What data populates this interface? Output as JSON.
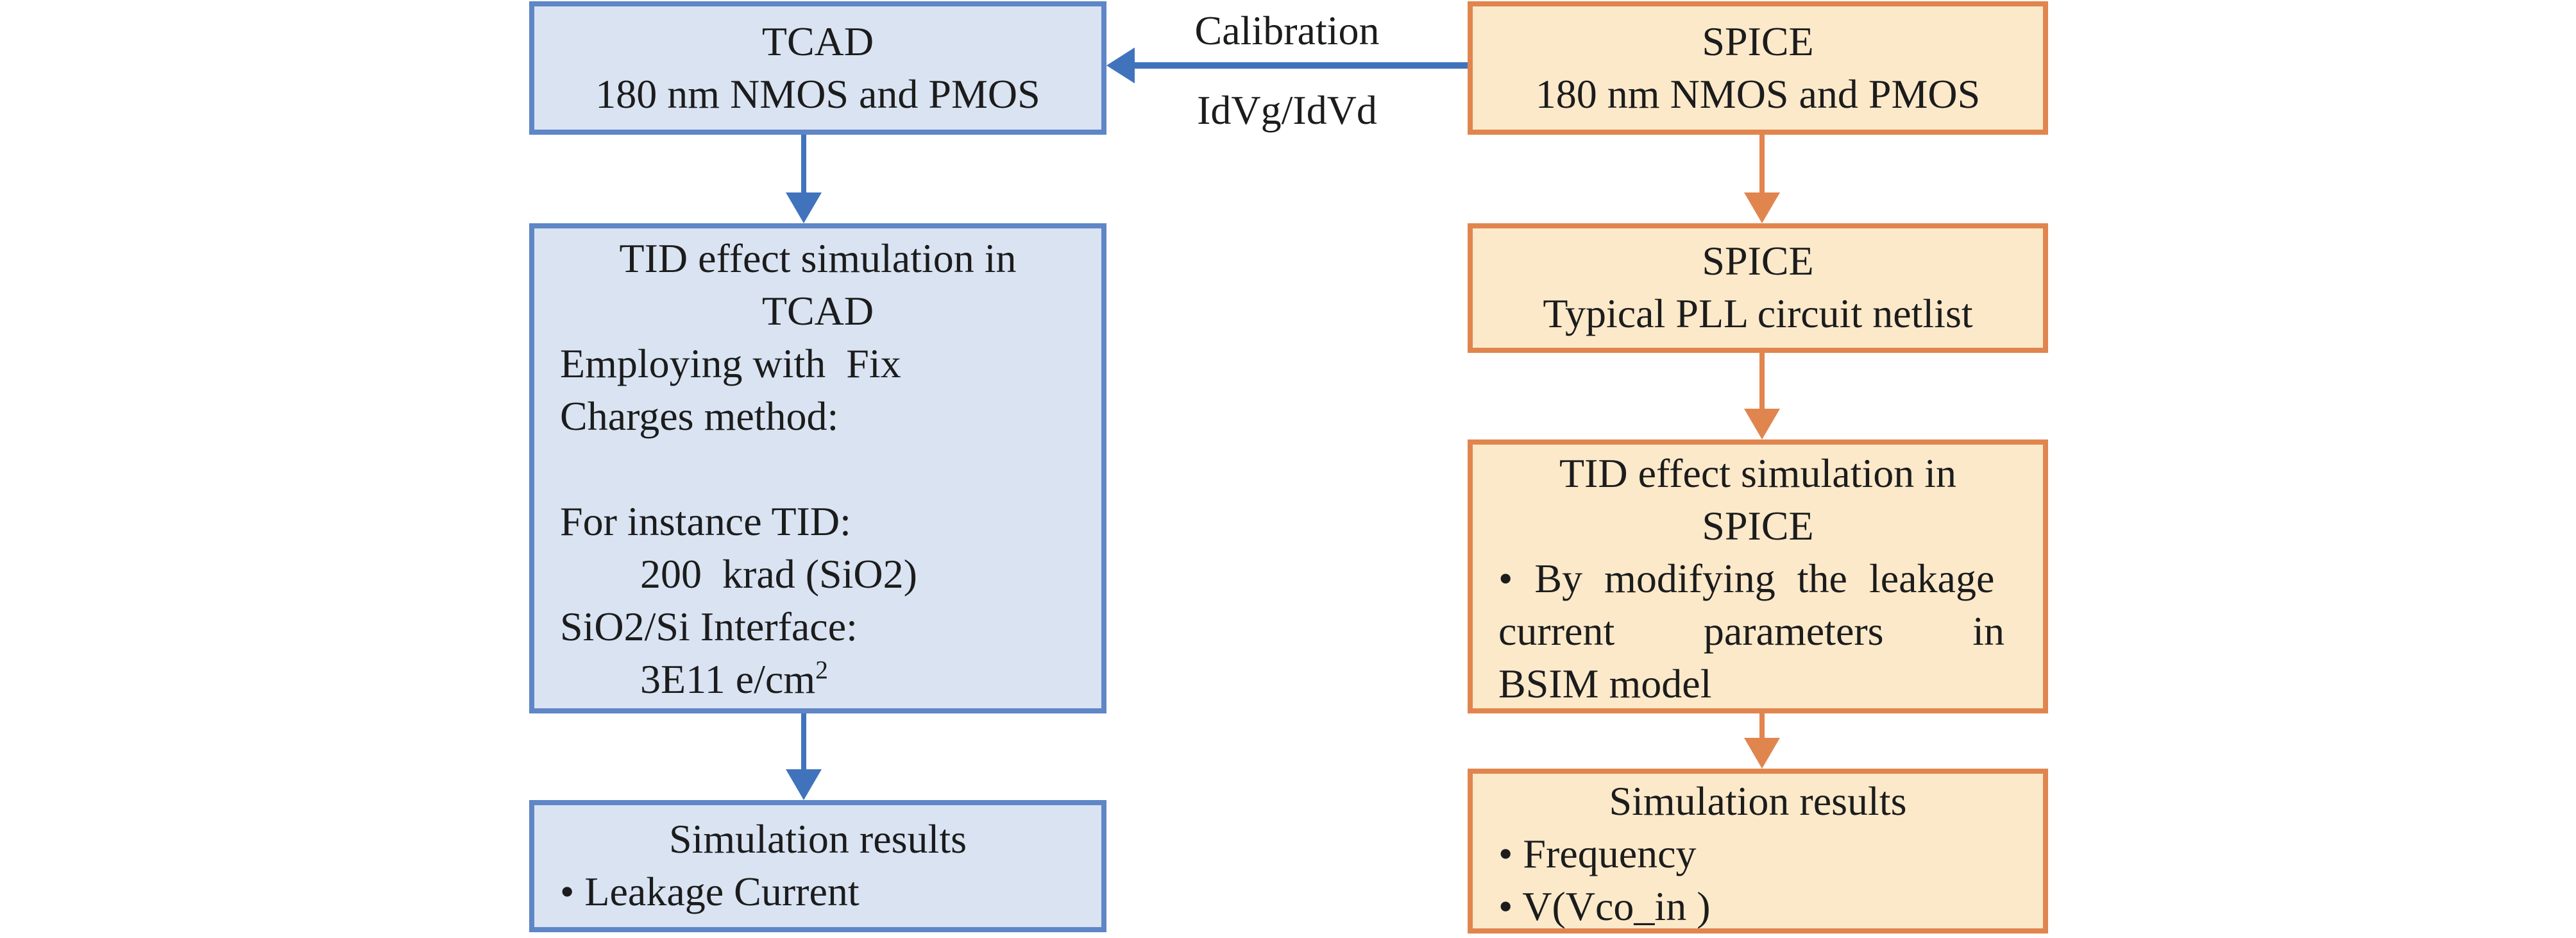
{
  "diagram": {
    "colors": {
      "blue_fill": "#d9e3f2",
      "blue_border": "#5f86c6",
      "blue_arrow": "#4173bd",
      "orange_fill": "#fbe9ca",
      "orange_border": "#e1854e",
      "text": "#1c1c1c"
    },
    "calibration_arrow": {
      "label_top": "Calibration",
      "label_bottom": "IdVg/IdVd"
    },
    "tcad_flow": {
      "box1": {
        "lines": [
          "TCAD",
          "180 nm NMOS and PMOS"
        ]
      },
      "box2": {
        "lines": [
          "TID effect simulation in",
          "TCAD",
          "Employing with  Fix",
          "Charges method:",
          "",
          "For instance TID:",
          "200  krad (SiO2)",
          "SiO2/Si Interface:",
          "3E11 e/cm"
        ],
        "superscript": "2"
      },
      "box3": {
        "lines": [
          "Simulation results",
          "• Leakage Current"
        ]
      }
    },
    "spice_flow": {
      "box1": {
        "lines": [
          "SPICE",
          "180 nm NMOS and PMOS"
        ]
      },
      "box2": {
        "lines": [
          "SPICE",
          "Typical PLL circuit netlist"
        ]
      },
      "box3": {
        "lines": [
          "TID effect simulation in",
          "SPICE",
          "• By modifying the leakage",
          "current parameters in",
          "BSIM model"
        ]
      },
      "box4": {
        "lines": [
          "Simulation results",
          "• Frequency",
          "• V(Vco_in )"
        ]
      }
    }
  }
}
